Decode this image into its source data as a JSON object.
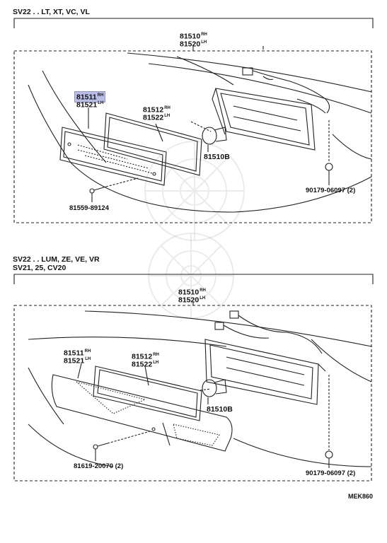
{
  "sections": [
    {
      "header_line1": "SV22 . . LT, XT, VC, VL",
      "header_line2": "",
      "assembly": {
        "rh": "81510",
        "lh": "81520",
        "rh_sfx": "RH",
        "lh_sfx": "LH"
      },
      "lens": {
        "rh": "81511",
        "lh": "81521",
        "rh_sfx": "RH",
        "lh_sfx": "LH"
      },
      "gasket": {
        "rh": "81512",
        "lh": "81522",
        "rh_sfx": "RH",
        "lh_sfx": "LH"
      },
      "bulb": "81510B",
      "screw": "81559-89124",
      "nut": "90179-06097 (2)"
    },
    {
      "header_line1": "SV22 . . LUM, ZE, VE, VR",
      "header_line2": "SV21, 25, CV20",
      "assembly": {
        "rh": "81510",
        "lh": "81520",
        "rh_sfx": "RH",
        "lh_sfx": "LH"
      },
      "lens": {
        "rh": "81511",
        "lh": "81521",
        "rh_sfx": "RH",
        "lh_sfx": "LH"
      },
      "gasket": {
        "rh": "81512",
        "lh": "81522",
        "rh_sfx": "RH",
        "lh_sfx": "LH"
      },
      "bulb": "81510B",
      "screw": "81619-20070 (2)",
      "nut": "90179-06097 (2)"
    }
  ],
  "diagram_code": "MEK860",
  "highlight_color": "#b9bee6"
}
